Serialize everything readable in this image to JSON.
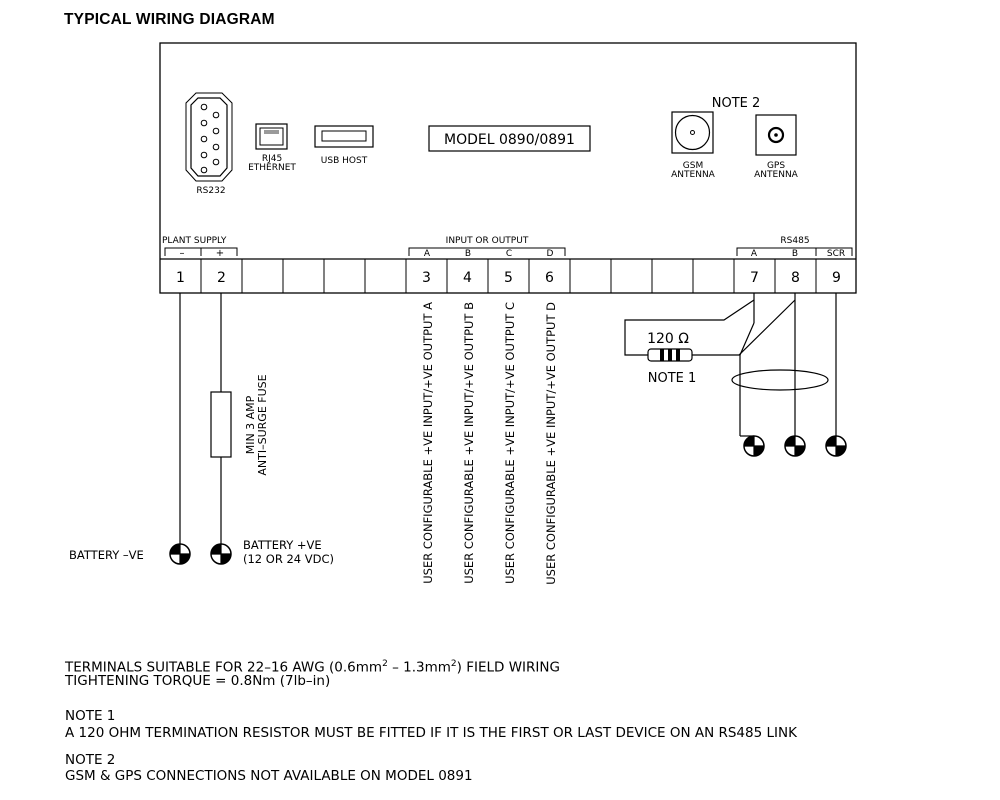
{
  "title": "TYPICAL WIRING DIAGRAM",
  "ports": {
    "rs232": "RS232",
    "rj45": "RJ45",
    "ethernet": "ETHERNET",
    "usb": "USB HOST",
    "model": "MODEL 0890/0891",
    "note2": "NOTE 2",
    "gsm": "GSM",
    "gps": "GPS",
    "antenna": "ANTENNA"
  },
  "groups": {
    "plant_supply": "PLANT SUPPLY",
    "minus": "–",
    "plus": "+",
    "io": "INPUT OR OUTPUT",
    "io_letters": [
      "A",
      "B",
      "C",
      "D"
    ],
    "rs485": "RS485",
    "rs485_a": "A",
    "rs485_b": "B",
    "rs485_scr": "SCR"
  },
  "terminals": [
    "1",
    "2",
    "3",
    "4",
    "5",
    "6",
    "7",
    "8",
    "9"
  ],
  "wiring": {
    "fuse_line1": "MIN 3 AMP",
    "fuse_line2": "ANTI–SURGE FUSE",
    "battery_neg": "BATTERY –VE",
    "battery_pos": "BATTERY +VE",
    "battery_voltage": "(12 OR 24 VDC)",
    "io_labels": [
      "USER CONFIGURABLE +VE INPUT/+VE OUTPUT A",
      "USER CONFIGURABLE +VE INPUT/+VE OUTPUT B",
      "USER CONFIGURABLE +VE INPUT/+VE OUTPUT C",
      "USER CONFIGURABLE +VE INPUT/+VE OUTPUT D"
    ],
    "resistor": "120 Ω",
    "note1": "NOTE 1"
  },
  "notes": {
    "terminals_pre": "TERMINALS SUITABLE FOR 22–16 AWG (0.6mm",
    "sq": "2",
    "terminals_mid": "– 1.3mm",
    "terminals_post": ") FIELD WIRING",
    "torque": "TIGHTENING TORQUE = 0.8Nm (7lb–in)",
    "note1_title": "NOTE 1",
    "note1_text": "A 120 OHM TERMINATION RESISTOR MUST BE FITTED IF IT IS THE FIRST OR LAST DEVICE ON AN RS485 LINK",
    "note2_title": "NOTE 2",
    "note2_text": "GSM & GPS CONNECTIONS NOT AVAILABLE ON MODEL 0891"
  }
}
